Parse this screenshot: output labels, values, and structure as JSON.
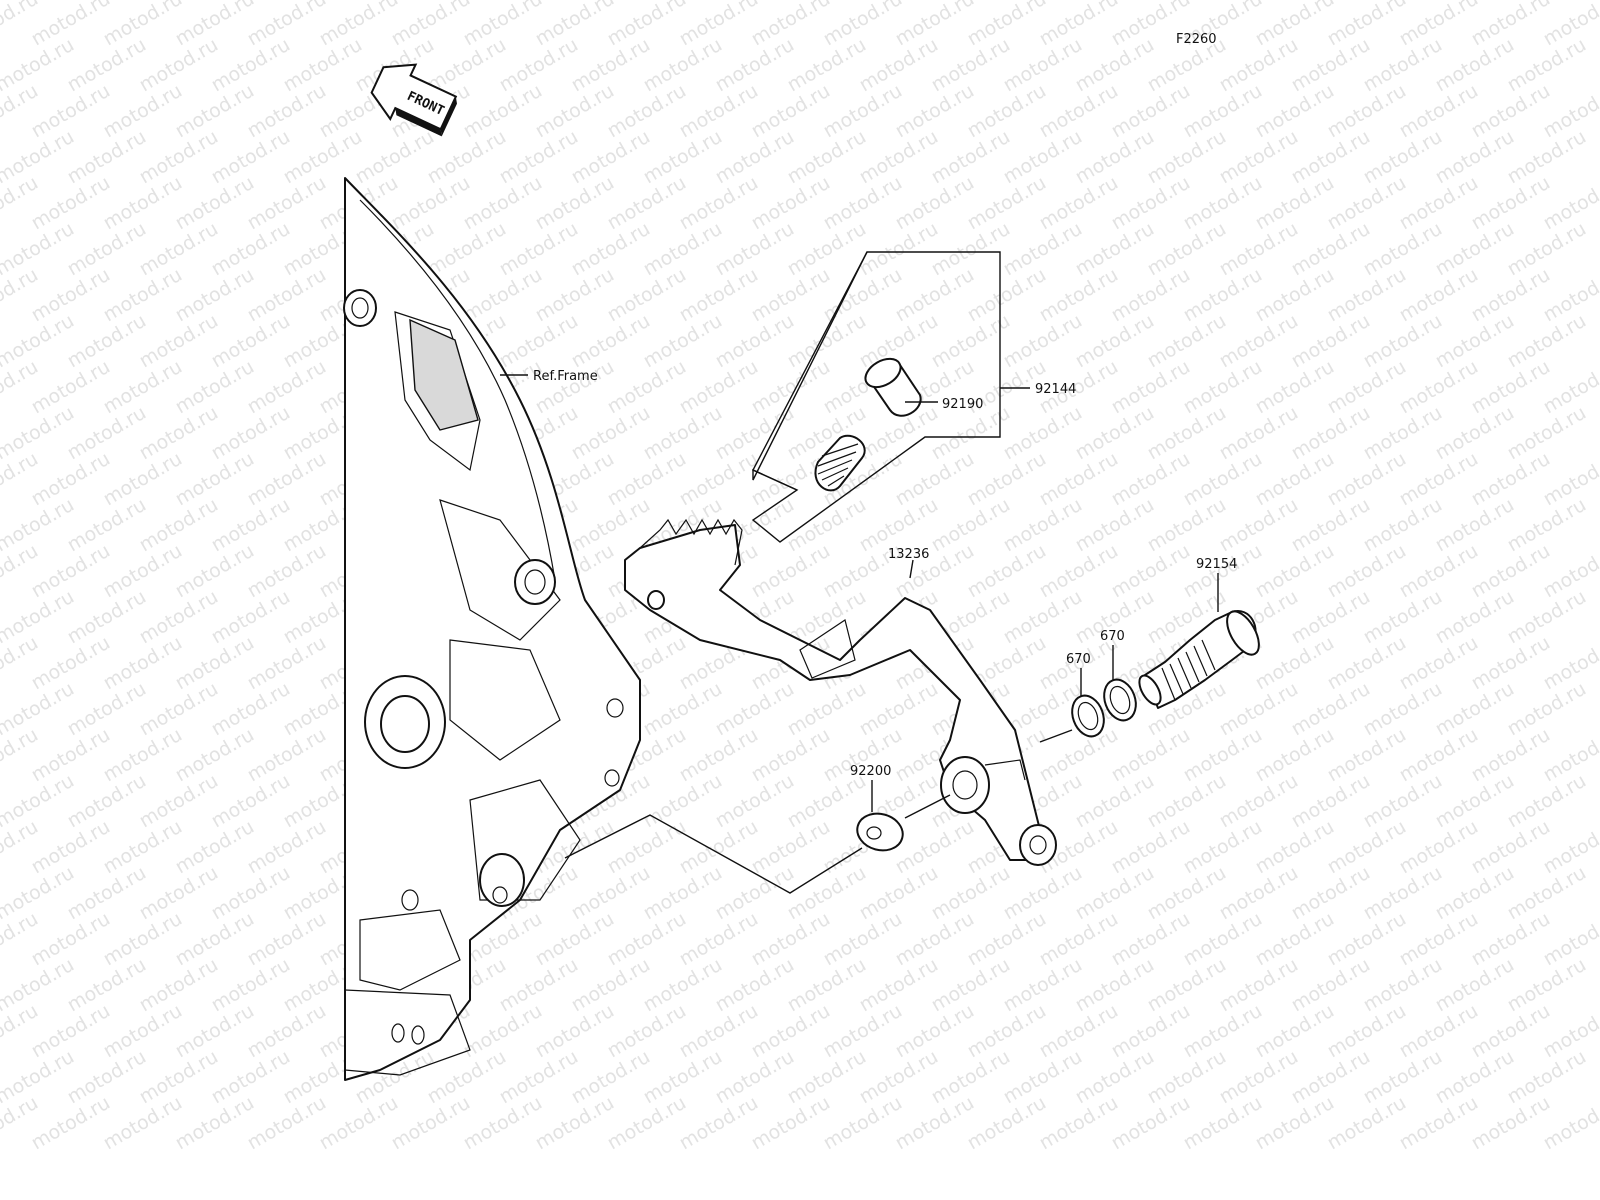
{
  "diagram": {
    "code": "F2260",
    "front_arrow": "FRONT",
    "watermark": "motod.ru",
    "frame_label": "Ref.Frame",
    "parts": [
      {
        "id": "p92144",
        "number": "92144"
      },
      {
        "id": "p92190",
        "number": "92190"
      },
      {
        "id": "p13236",
        "number": "13236"
      },
      {
        "id": "p92154",
        "number": "92154"
      },
      {
        "id": "p670a",
        "number": "670"
      },
      {
        "id": "p670b",
        "number": "670"
      },
      {
        "id": "p92200",
        "number": "92200"
      }
    ]
  }
}
